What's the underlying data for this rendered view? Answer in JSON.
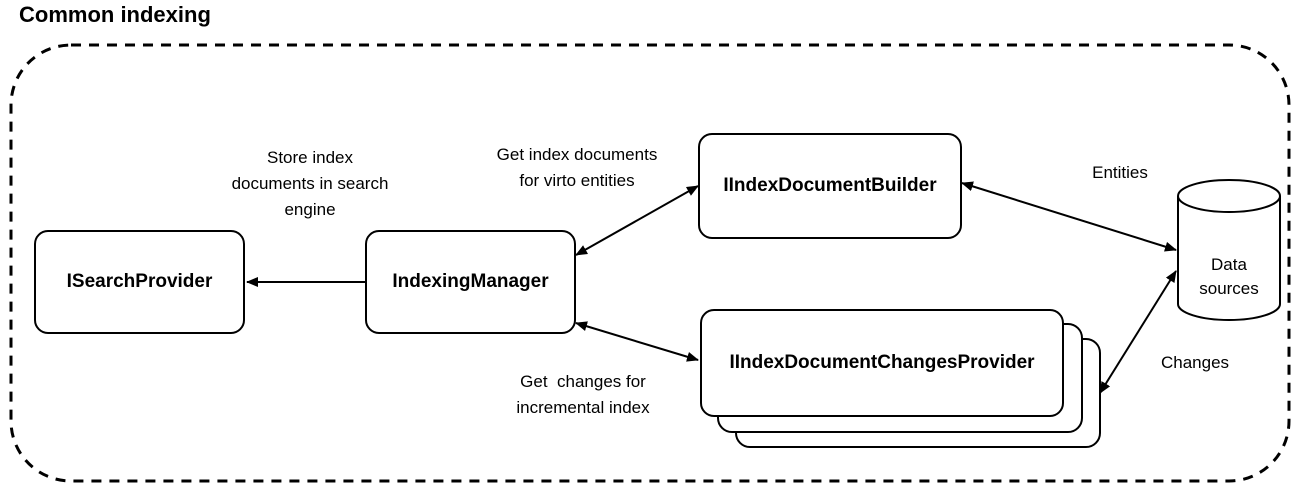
{
  "title": "Common indexing",
  "nodes": {
    "search_provider": "ISearchProvider",
    "indexing_manager": "IndexingManager",
    "document_builder": "IIndexDocumentBuilder",
    "changes_provider": "IIndexDocumentChangesProvider",
    "data_sources": [
      "Data",
      "sources"
    ]
  },
  "edges": {
    "store": [
      "Store index",
      "documents in search",
      "engine"
    ],
    "get_docs": [
      "Get index documents",
      "for virto entities"
    ],
    "get_changes": [
      "Get  changes for",
      "incremental index"
    ],
    "entities": "Entities",
    "changes": "Changes"
  }
}
